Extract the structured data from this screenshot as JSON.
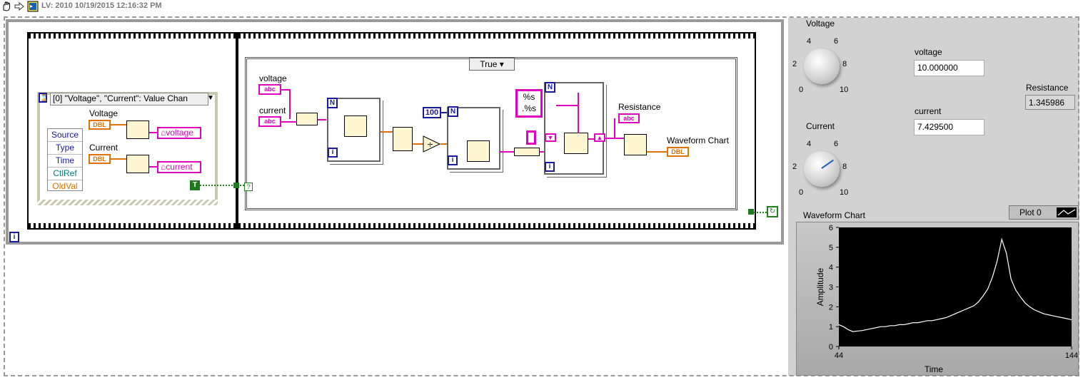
{
  "toolbar": {
    "title": "LV: 2010 10/19/2015 12:16:32 PM",
    "icons": [
      "hand-icon",
      "arrow-right-icon",
      "labview-icon"
    ]
  },
  "diagram": {
    "event_case": "[0] \"Voltage\", \"Current\": Value Chan",
    "event_data": [
      "Source",
      "Type",
      "Time",
      "CtlRef",
      "OldVal"
    ],
    "voltage_label": "Voltage",
    "current_label": "Current",
    "dbl": "DBL",
    "local_voltage": "voltage",
    "local_current": "current",
    "true_const": "T",
    "case_selector": "True",
    "str_voltage": "voltage",
    "str_current": "current",
    "abc": "abc",
    "n_const": "100",
    "fmt1": "%s",
    "fmt2": ".%s",
    "resistance_label": "Resistance",
    "waveform_label": "Waveform Chart",
    "loop_n": "N",
    "loop_i": "i"
  },
  "panel": {
    "voltage_knob": {
      "label": "Voltage",
      "scale": [
        "0",
        "2",
        "4",
        "6",
        "8",
        "10"
      ]
    },
    "current_knob": {
      "label": "Current",
      "scale": [
        "0",
        "2",
        "4",
        "6",
        "8",
        "10"
      ]
    },
    "voltage_ind": {
      "label": "voltage",
      "value": "10.000000"
    },
    "current_ind": {
      "label": "current",
      "value": "7.429500"
    },
    "resistance_ind": {
      "label": "Resistance",
      "value": "1.345986"
    },
    "chart": {
      "label": "Waveform Chart",
      "legend": "Plot 0"
    }
  },
  "chart_data": {
    "type": "line",
    "title": "Waveform Chart",
    "xlabel": "Time",
    "ylabel": "Amplitude",
    "xlim": [
      44,
      144
    ],
    "ylim": [
      0,
      6
    ],
    "xticks": [
      "44",
      "144"
    ],
    "yticks": [
      "0",
      "1",
      "2",
      "3",
      "4",
      "5",
      "6"
    ],
    "series": [
      {
        "name": "Plot 0",
        "x": [
          44,
          46,
          48,
          50,
          52,
          54,
          56,
          58,
          60,
          62,
          64,
          66,
          68,
          70,
          72,
          74,
          76,
          78,
          80,
          82,
          84,
          86,
          88,
          90,
          92,
          94,
          96,
          98,
          100,
          102,
          104,
          106,
          108,
          110,
          112,
          114,
          116,
          118,
          120,
          122,
          124,
          126,
          128,
          130,
          132,
          134,
          136,
          138,
          140,
          142,
          144
        ],
        "y": [
          1.1,
          1.0,
          0.85,
          0.75,
          0.78,
          0.8,
          0.85,
          0.9,
          0.95,
          1.0,
          1.0,
          1.05,
          1.05,
          1.1,
          1.1,
          1.15,
          1.2,
          1.2,
          1.25,
          1.3,
          1.3,
          1.35,
          1.4,
          1.45,
          1.55,
          1.65,
          1.75,
          1.85,
          1.95,
          2.05,
          2.25,
          2.55,
          2.9,
          3.5,
          4.3,
          5.4,
          4.7,
          3.4,
          2.85,
          2.5,
          2.2,
          2.0,
          1.85,
          1.75,
          1.65,
          1.6,
          1.55,
          1.5,
          1.45,
          1.4,
          1.35
        ]
      }
    ]
  }
}
